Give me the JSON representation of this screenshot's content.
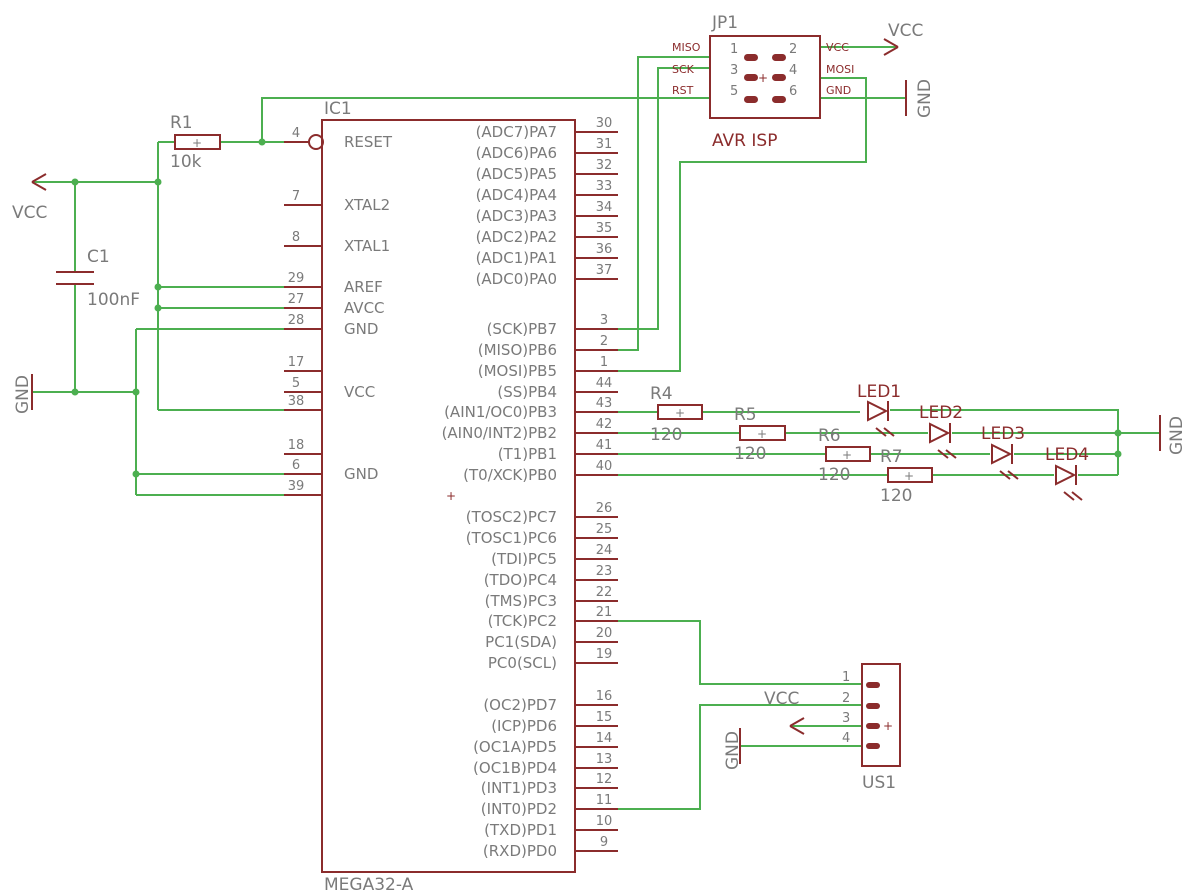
{
  "ic": {
    "name": "IC1",
    "value": "MEGA32-A",
    "left_pins": [
      {
        "num": "4",
        "name": "RESET"
      },
      {
        "num": "7",
        "name": "XTAL2"
      },
      {
        "num": "8",
        "name": "XTAL1"
      },
      {
        "num": "29",
        "name": "AREF"
      },
      {
        "num": "27",
        "name": "AVCC"
      },
      {
        "num": "28",
        "name": "GND"
      },
      {
        "num": "17",
        "name": ""
      },
      {
        "num": "5",
        "name": "VCC"
      },
      {
        "num": "38",
        "name": ""
      },
      {
        "num": "18",
        "name": ""
      },
      {
        "num": "6",
        "name": "GND"
      },
      {
        "num": "39",
        "name": ""
      }
    ],
    "right_pins": [
      {
        "num": "30",
        "name": "(ADC7)PA7"
      },
      {
        "num": "31",
        "name": "(ADC6)PA6"
      },
      {
        "num": "32",
        "name": "(ADC5)PA5"
      },
      {
        "num": "33",
        "name": "(ADC4)PA4"
      },
      {
        "num": "34",
        "name": "(ADC3)PA3"
      },
      {
        "num": "35",
        "name": "(ADC2)PA2"
      },
      {
        "num": "36",
        "name": "(ADC1)PA1"
      },
      {
        "num": "37",
        "name": "(ADC0)PA0"
      },
      {
        "num": "3",
        "name": "(SCK)PB7"
      },
      {
        "num": "2",
        "name": "(MISO)PB6"
      },
      {
        "num": "1",
        "name": "(MOSI)PB5"
      },
      {
        "num": "44",
        "name": "(SS)PB4"
      },
      {
        "num": "43",
        "name": "(AIN1/OC0)PB3"
      },
      {
        "num": "42",
        "name": "(AIN0/INT2)PB2"
      },
      {
        "num": "41",
        "name": "(T1)PB1"
      },
      {
        "num": "40",
        "name": "(T0/XCK)PB0"
      },
      {
        "num": "26",
        "name": "(TOSC2)PC7"
      },
      {
        "num": "25",
        "name": "(TOSC1)PC6"
      },
      {
        "num": "24",
        "name": "(TDI)PC5"
      },
      {
        "num": "23",
        "name": "(TDO)PC4"
      },
      {
        "num": "22",
        "name": "(TMS)PC3"
      },
      {
        "num": "21",
        "name": "(TCK)PC2"
      },
      {
        "num": "20",
        "name": "PC1(SDA)"
      },
      {
        "num": "19",
        "name": "PC0(SCL)"
      },
      {
        "num": "16",
        "name": "(OC2)PD7"
      },
      {
        "num": "15",
        "name": "(ICP)PD6"
      },
      {
        "num": "14",
        "name": "(OC1A)PD5"
      },
      {
        "num": "13",
        "name": "(OC1B)PD4"
      },
      {
        "num": "12",
        "name": "(INT1)PD3"
      },
      {
        "num": "11",
        "name": "(INT0)PD2"
      },
      {
        "num": "10",
        "name": "(TXD)PD1"
      },
      {
        "num": "9",
        "name": "(RXD)PD0"
      }
    ]
  },
  "r1": {
    "name": "R1",
    "value": "10k"
  },
  "c1": {
    "name": "C1",
    "value": "100nF"
  },
  "jp1": {
    "name": "JP1",
    "value": "AVR ISP",
    "pins": [
      {
        "num": "1",
        "name": "MISO"
      },
      {
        "num": "2",
        "name": "VCC"
      },
      {
        "num": "3",
        "name": "SCK"
      },
      {
        "num": "4",
        "name": "MOSI"
      },
      {
        "num": "5",
        "name": "RST"
      },
      {
        "num": "6",
        "name": "GND"
      }
    ]
  },
  "resistors": [
    {
      "name": "R4",
      "value": "120"
    },
    {
      "name": "R5",
      "value": "120"
    },
    {
      "name": "R6",
      "value": "120"
    },
    {
      "name": "R7",
      "value": "120"
    }
  ],
  "leds": [
    "LED1",
    "LED2",
    "LED3",
    "LED4"
  ],
  "us1": {
    "name": "US1",
    "pins": [
      "1",
      "2",
      "3",
      "4"
    ]
  },
  "supplies": {
    "vcc_label": "VCC",
    "gnd_label": "GND"
  },
  "colors": {
    "wire": "#4caf50",
    "symbol": "#8b2c2c",
    "label": "#7a7a7a",
    "background": "#ffffff"
  }
}
